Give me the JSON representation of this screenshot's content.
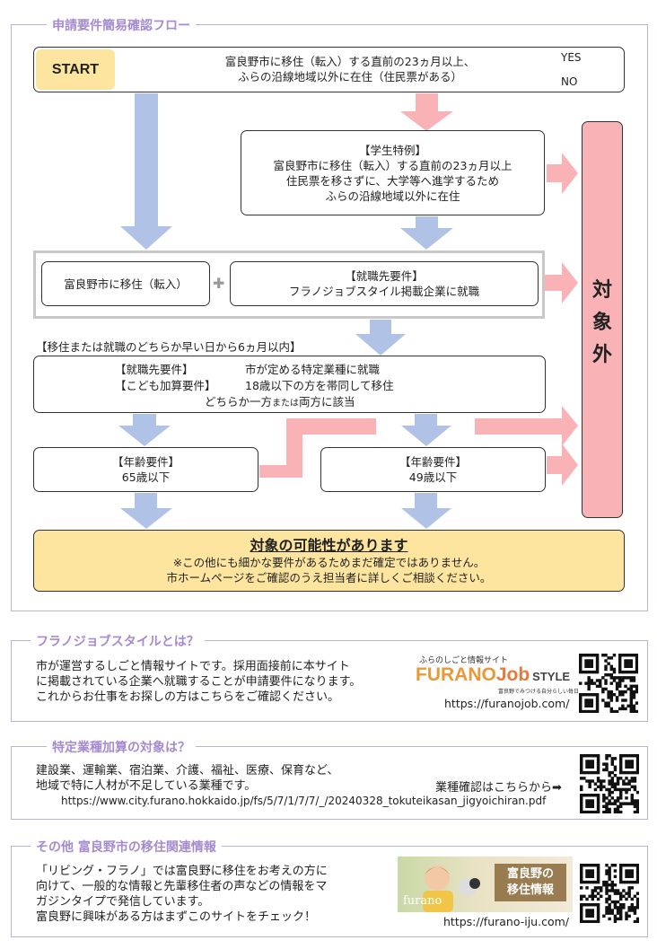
{
  "flow": {
    "title": "申請要件簡易確認フロー",
    "start_label": "START",
    "start_text": [
      "富良野市に移住（転入）する直前の23ヵ月以上、",
      "ふらの沿線地域以外に在住（住民票がある）"
    ],
    "legend_yes": "YES",
    "legend_no": "NO",
    "student": [
      "【学生特例】",
      "富良野市に移住（転入）する直前の23ヵ月以上",
      "住民票を移さずに、大学等へ進学するため",
      "ふらの沿線地域以外に在住"
    ],
    "move_in": "富良野市に移住（転入）",
    "plus": "✚",
    "job_req": [
      "【就職先要件】",
      "フラノジョブスタイル掲載企業に就職"
    ],
    "within_note": "【移住または就職のどちらか早い日から6ヵ月以内】",
    "industry_label": "【就職先要件】",
    "industry_text": "市が定める特定業種に就職",
    "child_label": "【こども加算要件】",
    "child_text": "18歳以下の方を帯同して移住",
    "either_text": "どちらか一方",
    "either_small": "または",
    "either_text2": "両方に該当",
    "age_label_1": "【年齢要件】",
    "age_1": "65歳以下",
    "age_label_2": "【年齢要件】",
    "age_2": "49歳以下",
    "result_title": "対象の可能性があります",
    "result_note_1": "※この他にも細かな要件があるためまだ確定ではありません。",
    "result_note_2": "市ホームページをご確認のうえ担当者に詳しくご相談ください。",
    "excluded": [
      "対",
      "象",
      "外"
    ]
  },
  "about": {
    "title": "フラノジョブスタイルとは？",
    "lines": [
      "市が運営するしごと情報サイトです。採用面接前に本サイト",
      "に掲載されている企業へ就職することが申請要件になります。",
      "これからお仕事をお探しの方はこちらをご確認ください。"
    ],
    "logo_sub": "ふらのしごと情報サイト",
    "logo_main_1": "FURANO",
    "logo_main_2": "Job",
    "logo_main_3": "STYLE",
    "logo_tag": "富良野でみつける自分らしい毎日",
    "url": "https://furanojob.com/"
  },
  "industry": {
    "title": "特定業種加算の対象は？",
    "lines": [
      "建設業、運輸業、宿泊業、介護、福祉、医療、保育など、",
      "地域で特に人材が不足している業種です。"
    ],
    "check_label": "業種確認はこちらから➡",
    "url": "https://www.city.furano.hokkaido.jp/fs/5/7/1/7/7/_/20240328_tokuteikasan_jigyoichiran.pdf"
  },
  "other": {
    "title": "その他 富良野市の移住関連情報",
    "lines": [
      "「リビング・フラノ」では富良野に移住をお考えの方に",
      "向けて、一般的な情報と先輩移住者の声などの情報をマ",
      "ガジンタイプで発信しています。",
      "富良野に興味がある方はまずこのサイトをチェック！"
    ],
    "banner_1": "富良野の",
    "banner_2": "移住情報",
    "banner_brand": "furano",
    "url": "https://furano-iju.com/"
  }
}
